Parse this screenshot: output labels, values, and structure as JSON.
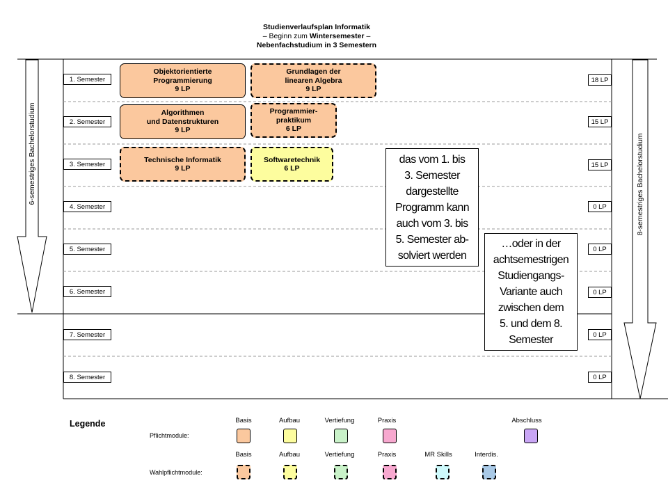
{
  "title": {
    "line1": "Studienverlaufsplan Informatik",
    "line2_prefix": "– Beginn zum ",
    "line2_bold": "Wintersemester",
    "line2_suffix": " –",
    "line3": "Nebenfachstudium in 3 Semestern"
  },
  "semesters": [
    "1. Semester",
    "2. Semester",
    "3. Semester",
    "4. Semester",
    "5. Semester",
    "6. Semester",
    "7. Semester",
    "8. Semester"
  ],
  "lp": [
    "18 LP",
    "15 LP",
    "15 LP",
    "0 LP",
    "0 LP",
    "0 LP",
    "0 LP",
    "0 LP"
  ],
  "modules": {
    "oop": {
      "line1": "Objektorientierte",
      "line2": "Programmierung",
      "line3": "9 LP"
    },
    "linalg": {
      "line1": "Grundlagen  der",
      "line2": "linearen Algebra",
      "line3": "9 LP"
    },
    "algo": {
      "line1": "Algorithmen",
      "line2": "und Datenstrukturen",
      "line3": "9 LP"
    },
    "prakt": {
      "line1": "Programmier-",
      "line2": "praktikum",
      "line3": "6 LP"
    },
    "ti": {
      "line1": "Technische Informatik",
      "line2": "9 LP"
    },
    "swt": {
      "line1": "Softwaretechnik",
      "line2": "6 LP"
    }
  },
  "notes": {
    "note1": [
      "das vom 1. bis",
      "3. Semester",
      "dargestellte",
      "Programm kann",
      "auch vom 3. bis",
      "5. Semester ab-",
      "solviert werden"
    ],
    "note2": [
      "…oder in der",
      "achtsemestrigen",
      "Studiengangs-",
      "Variante auch",
      "zwischen dem",
      "5. und dem 8.",
      "Semester"
    ]
  },
  "side_labels": {
    "left": "6-semestriges Bachelorstudium",
    "right": "8-semestriges Bachelorstudium"
  },
  "legend": {
    "title": "Legende",
    "pflicht_label": "Pflichtmodule:",
    "wahl_label": "Wahlpflichtmodule:",
    "pflicht_cols": [
      "Basis",
      "Aufbau",
      "Vertiefung",
      "Praxis",
      "Abschluss"
    ],
    "wahl_cols": [
      "Basis",
      "Aufbau",
      "Vertiefung",
      "Praxis",
      "MR Skills",
      "Interdis."
    ]
  },
  "colors": {
    "basis": "#fbc89e",
    "aufbau": "#fdfd9e",
    "vertiefung": "#c9f2c9",
    "praxis": "#f7a8cf",
    "abschluss": "#c9a6f5",
    "mr_skills": "#cdf9fb",
    "interdis": "#a9c9e6"
  }
}
